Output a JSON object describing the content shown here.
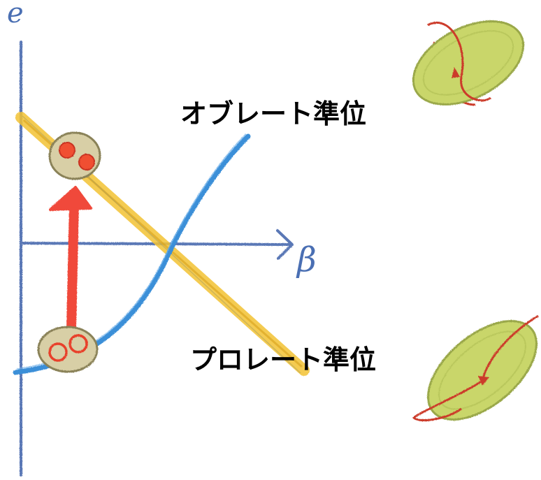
{
  "axes": {
    "y_label": "e",
    "x_label": "β"
  },
  "labels": {
    "oblate": "オブレート準位",
    "prolate": "プロレート準位"
  },
  "colors": {
    "axis": "#5a78b6",
    "oblate_line": "#f2c232",
    "prolate_line": "#3a8fd8",
    "arrow": "#f04a3a",
    "nucleus_fill": "#c9d66a",
    "cluster_fill": "#d8cfa6",
    "orbit": "#cc3b2a"
  },
  "icons": {
    "oblate_shape": "oblate-spheroid-icon",
    "prolate_shape": "prolate-spheroid-icon"
  }
}
